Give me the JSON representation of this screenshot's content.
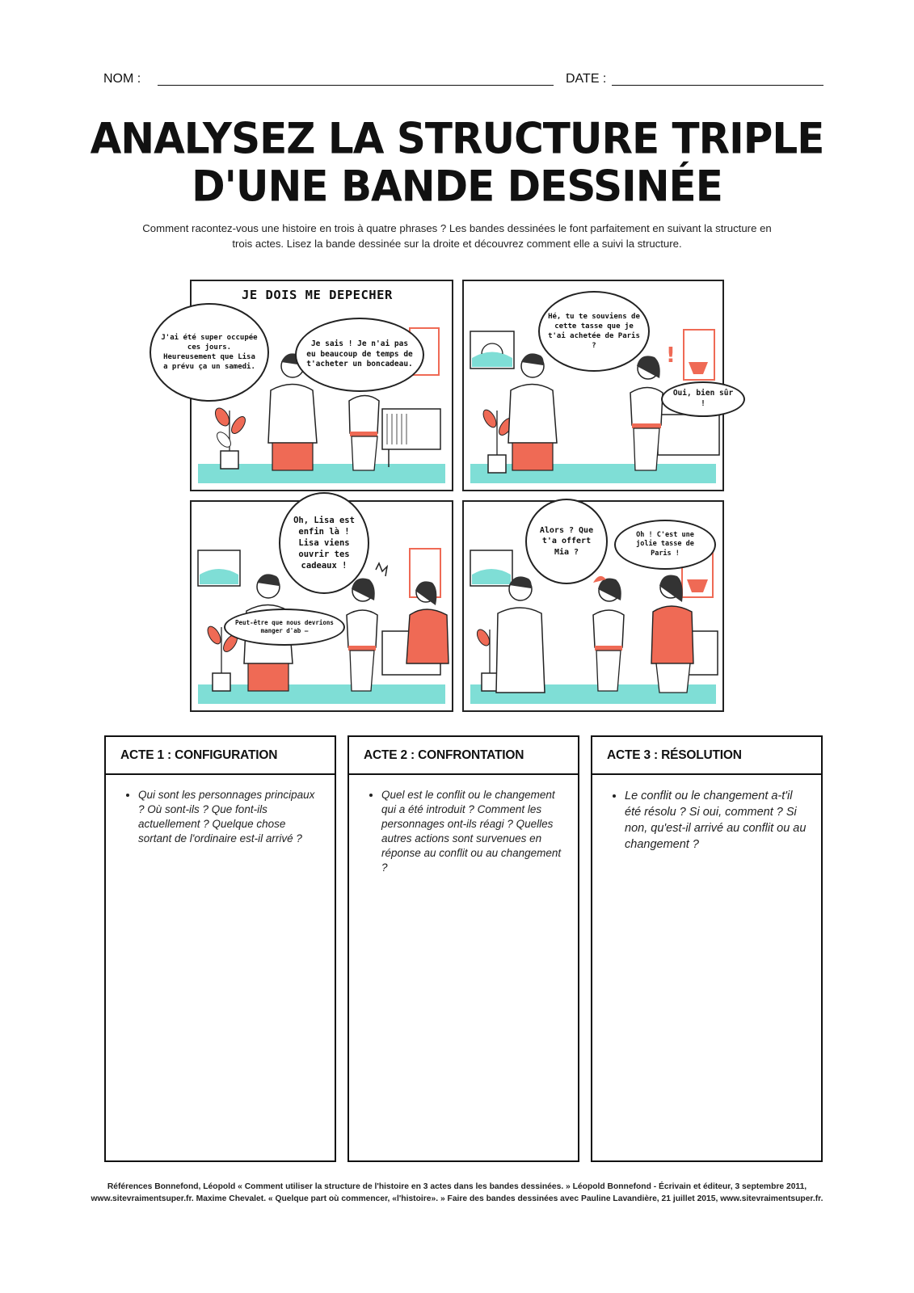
{
  "header": {
    "name_label": "NOM :",
    "date_label": "DATE :"
  },
  "title": {
    "line1": "Analysez la structure triple",
    "line2": "d'une bande dessinée"
  },
  "intro": "Comment racontez-vous une histoire en trois à quatre phrases ? Les bandes dessinées le font parfaitement en suivant la structure en trois actes. Lisez la bande dessinée sur la droite et découvrez comment elle a suivi la structure.",
  "comic": {
    "panel1": {
      "title": "JE DOIS ME DEPECHER",
      "bubble_left": "J'ai été super occupée ces jours. Heureusement que Lisa a prévu ça un samedi.",
      "bubble_right": "Je sais ! Je n'ai pas eu beaucoup de temps de t'acheter un boncadeau."
    },
    "panel2": {
      "bubble_top": "Hé, tu te souviens de cette tasse que je t'ai achetée de Paris ?",
      "bubble_right": "Oui, bien sûr !"
    },
    "panel3": {
      "bubble_top": "Oh, Lisa est enfin là ! Lisa viens ouvrir tes cadeaux !",
      "bubble_bottom": "Peut-être que nous devrions manger d'ab —"
    },
    "panel4": {
      "bubble_left": "Alors ? Que t'a offert Mia ?",
      "bubble_right": "Oh ! C'est une jolie tasse de Paris !"
    },
    "colors": {
      "floor": "#7fded6",
      "accent": "#ef6a55"
    }
  },
  "acts": [
    {
      "heading": "ACTE 1 : CONFIGURATION",
      "question": "Qui sont les personnages principaux ? Où sont-ils ? Que font-ils actuellement ? Quelque chose sortant de l'ordinaire est-il arrivé ?"
    },
    {
      "heading": "ACTE 2 : CONFRONTATION",
      "question": "Quel est le conflit ou le changement qui a été introduit ? Comment les personnages ont-ils réagi ? Quelles autres actions sont survenues en réponse au conflit ou au changement ?"
    },
    {
      "heading": "ACTE 3 : RÉSOLUTION",
      "question": "Le conflit ou le changement a-t'il été résolu ? Si oui, comment ? Si non, qu'est-il arrivé au conflit ou au changement ?"
    }
  ],
  "references": "Références Bonnefond, Léopold « Comment utiliser la structure de l'histoire en 3 actes dans les bandes dessinées. » Léopold Bonnefond - Écrivain et éditeur, 3 septembre 2011, www.sitevraimentsuper.fr. Maxime Chevalet. « Quelque part où commencer, «l'histoire». » Faire des bandes dessinées avec Pauline Lavandière, 21 juillet 2015, www.sitevraimentsuper.fr."
}
